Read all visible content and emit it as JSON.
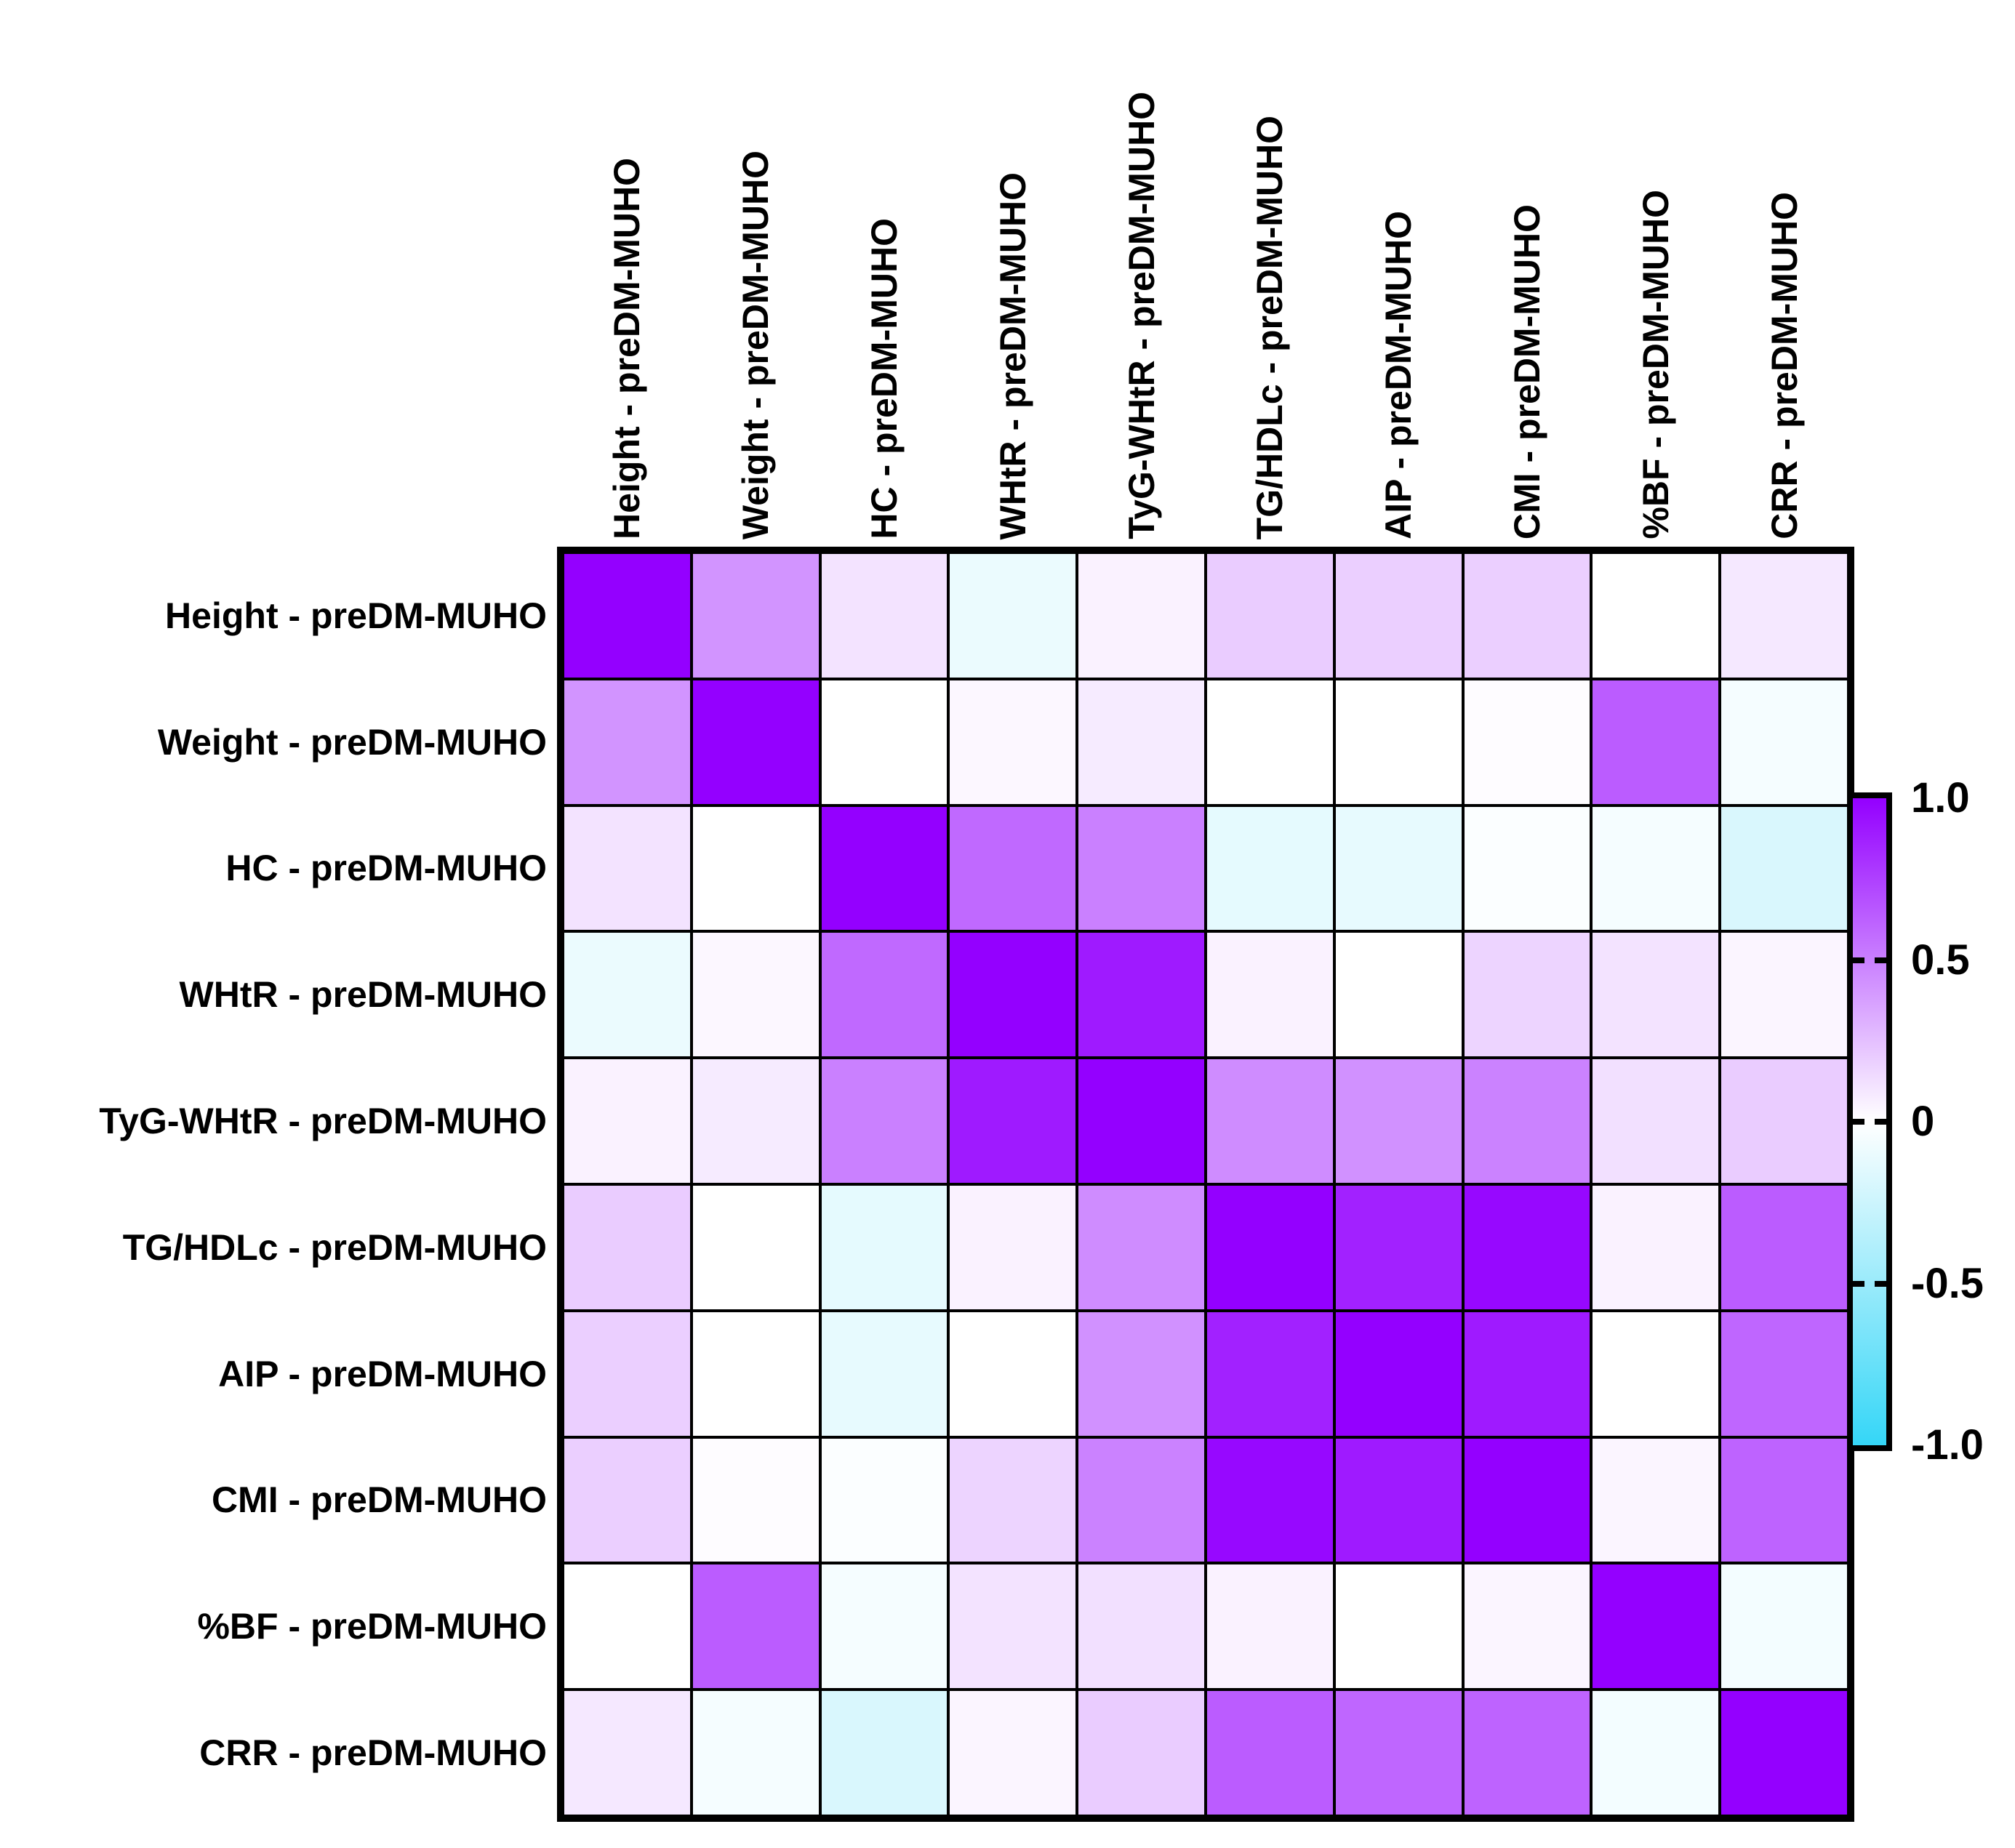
{
  "figure": {
    "kind": "correlation-matrix-heatmap",
    "group_suffix": "preDM-MUHO"
  },
  "chart_data": {
    "type": "heatmap",
    "title": "",
    "xlabel": "",
    "ylabel": "",
    "labels": [
      "Height - preDM-MUHO",
      "Weight - preDM-MUHO",
      "HC - preDM-MUHO",
      "WHtR - preDM-MUHO",
      "TyG-WHtR - preDM-MUHO",
      "TG/HDLc - preDM-MUHO",
      "AIP - preDM-MUHO",
      "CMI - preDM-MUHO",
      "%BF - preDM-MUHO",
      "CRR - preDM-MUHO"
    ],
    "matrix": [
      [
        1.0,
        0.42,
        0.11,
        -0.1,
        0.05,
        0.2,
        0.19,
        0.19,
        0.0,
        0.09
      ],
      [
        0.42,
        1.0,
        0.0,
        0.03,
        0.08,
        0.0,
        0.0,
        0.01,
        0.64,
        -0.05
      ],
      [
        0.11,
        0.0,
        1.0,
        0.59,
        0.5,
        -0.13,
        -0.12,
        -0.02,
        -0.05,
        -0.19
      ],
      [
        -0.1,
        0.03,
        0.59,
        1.0,
        0.9,
        0.05,
        0.0,
        0.17,
        0.11,
        0.04
      ],
      [
        0.05,
        0.08,
        0.5,
        0.9,
        1.0,
        0.45,
        0.43,
        0.49,
        0.12,
        0.2
      ],
      [
        0.2,
        0.0,
        -0.13,
        0.05,
        0.45,
        1.0,
        0.87,
        0.97,
        0.05,
        0.64
      ],
      [
        0.19,
        0.0,
        -0.12,
        0.0,
        0.43,
        0.87,
        1.0,
        0.9,
        0.0,
        0.6
      ],
      [
        0.19,
        0.01,
        -0.02,
        0.17,
        0.49,
        0.97,
        0.9,
        1.0,
        0.04,
        0.61
      ],
      [
        0.0,
        0.64,
        -0.05,
        0.11,
        0.12,
        0.05,
        0.0,
        0.04,
        1.0,
        -0.06
      ],
      [
        0.09,
        -0.05,
        -0.19,
        0.04,
        0.2,
        0.64,
        0.6,
        0.61,
        -0.06,
        1.0
      ]
    ],
    "colormap": {
      "positive": "#9400FF",
      "zero": "#FFFFFF",
      "negative": "#35D6F7"
    },
    "colorbar": {
      "position": "right",
      "range": [
        -1,
        1
      ],
      "tick_labels": [
        "1.0",
        "0.5",
        "0",
        "-0.5",
        "-1.0"
      ],
      "tick_values": [
        1.0,
        0.5,
        0,
        -0.5,
        -1.0
      ]
    },
    "grid": true,
    "legend_position": "none"
  }
}
